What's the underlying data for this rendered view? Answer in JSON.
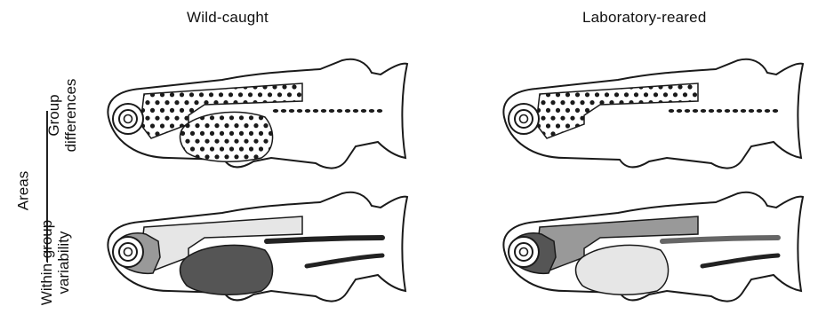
{
  "titles": {
    "left": "Wild-caught",
    "right": "Laboratory-reared"
  },
  "row_labels": {
    "areas": "Areas",
    "group_differences": [
      "Group",
      "differences"
    ],
    "within_group_variability": [
      "Within-group",
      "variability"
    ]
  },
  "colors": {
    "outline": "#1a1a1a",
    "spots": "#1a1a1a",
    "light_gray": "#e6e6e6",
    "mid_gray": "#999999",
    "dark_gray": "#555555",
    "near_black": "#222222"
  },
  "fish_panels": [
    {
      "name": "wild-caught-group-differences",
      "style": "dotted",
      "belly": true
    },
    {
      "name": "lab-reared-group-differences",
      "style": "dotted",
      "belly": false
    },
    {
      "name": "wild-caught-within-variability",
      "style": "shaded",
      "fills": {
        "dorsal": "#e6e6e6",
        "head": "#999999",
        "belly": "#555555",
        "line1": "#222222",
        "line2": "#222222"
      }
    },
    {
      "name": "lab-reared-within-variability",
      "style": "shaded",
      "fills": {
        "dorsal": "#999999",
        "head": "#555555",
        "belly": "#e6e6e6",
        "line1": "#666666",
        "line2": "#222222"
      }
    }
  ]
}
